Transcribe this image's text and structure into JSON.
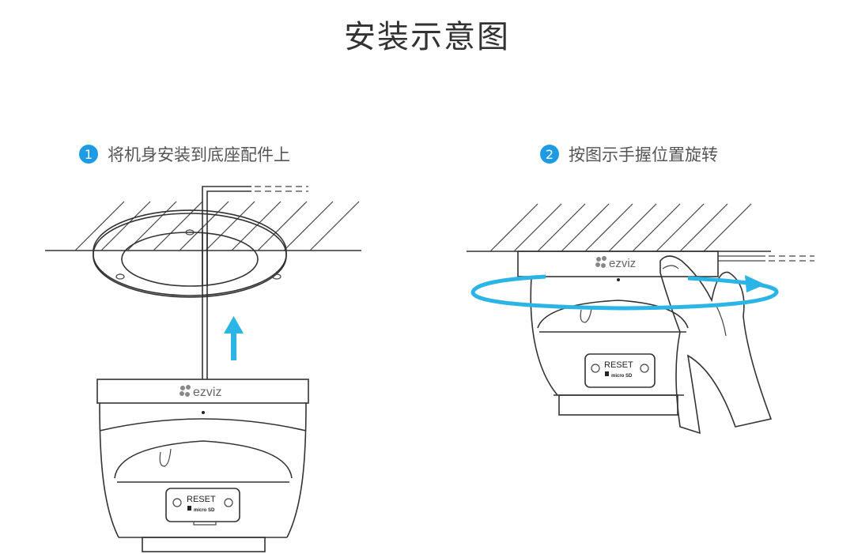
{
  "title": "安装示意图",
  "steps": [
    {
      "number": "1",
      "text": "将机身安装到底座配件上"
    },
    {
      "number": "2",
      "text": "按图示手握位置旋转"
    }
  ],
  "device": {
    "brand": "ezviz",
    "reset_label": "RESET",
    "sd_label": "micro SD"
  },
  "colors": {
    "step_badge": "#1e9be3",
    "arrow": "#2bb5e6",
    "line": "#333333"
  }
}
